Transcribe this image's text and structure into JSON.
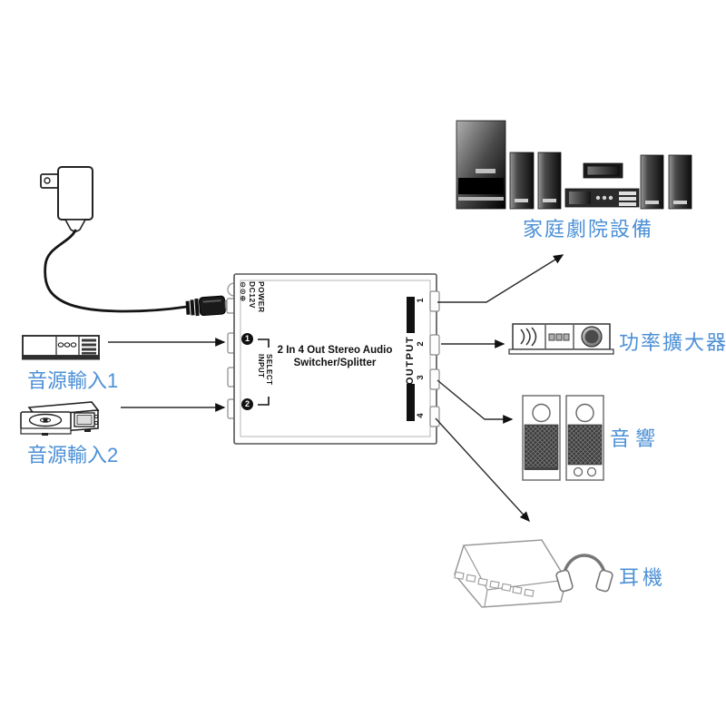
{
  "diagram": {
    "device": {
      "title_line1": "2 In 4 Out Stereo Audio",
      "title_line2": "Switcher/Splitter",
      "power_line1": "POWER",
      "power_line2": "DC12V",
      "polarity": "⊖⊙⊕",
      "input_select_line1": "INPUT",
      "input_select_line2": "SELECT",
      "input_badges": [
        "1",
        "2"
      ],
      "output_label": "OUTPUT",
      "output_numbers": [
        "1",
        "2",
        "3",
        "4"
      ]
    },
    "sources": [
      {
        "label": "音源輸入1"
      },
      {
        "label": "音源輸入2"
      }
    ],
    "destinations": [
      {
        "label": "家庭劇院設備"
      },
      {
        "label": "功率擴大器"
      },
      {
        "label": "音響"
      },
      {
        "label": "耳機"
      }
    ],
    "colors": {
      "label_blue": "#4c90d6",
      "line_dark": "#1c1c1c",
      "light_outline": "#999999"
    }
  }
}
